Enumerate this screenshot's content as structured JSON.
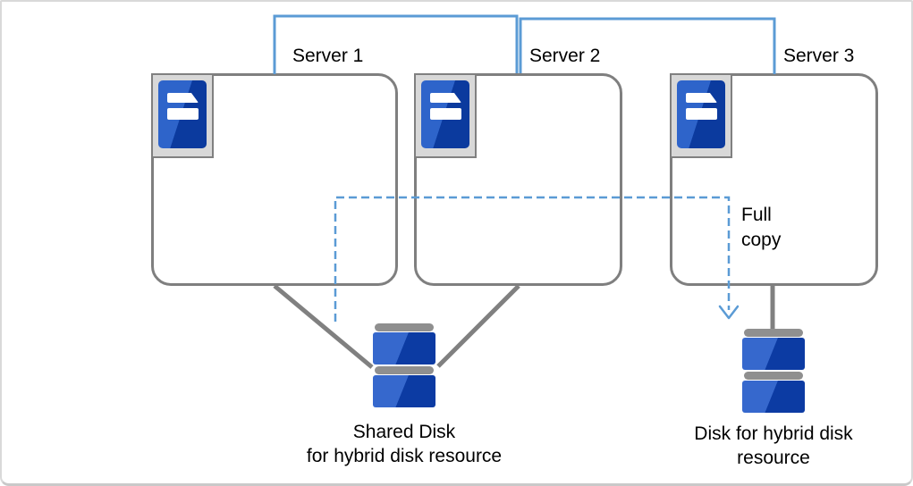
{
  "servers": [
    {
      "label": "Server 1"
    },
    {
      "label": "Server 2"
    },
    {
      "label": "Server 3"
    }
  ],
  "annotations": {
    "full_copy": {
      "line1": "Full",
      "line2": "copy"
    }
  },
  "disks": [
    {
      "label_line1": "Shared Disk",
      "label_line2": "for hybrid disk resource"
    },
    {
      "label_line1": "Disk for hybrid disk",
      "label_line2": "resource"
    }
  ],
  "colors": {
    "connector_blue": "#5B9BD5",
    "dashed_arrow_blue": "#5B9BD5",
    "server_border_gray": "#7F7F7F",
    "line_gray": "#808080",
    "icon_frame_gray": "#D8D8D8",
    "icon_blue_light": "#2E64CA",
    "icon_blue_dark": "#0B3A9E",
    "disk_bar_gray": "#8F8F8F",
    "disk_blue_light": "#3668CD",
    "disk_blue_dark": "#0C3BA3",
    "text_color": "#000000",
    "frame_border_gray": "#D9D9D9"
  }
}
